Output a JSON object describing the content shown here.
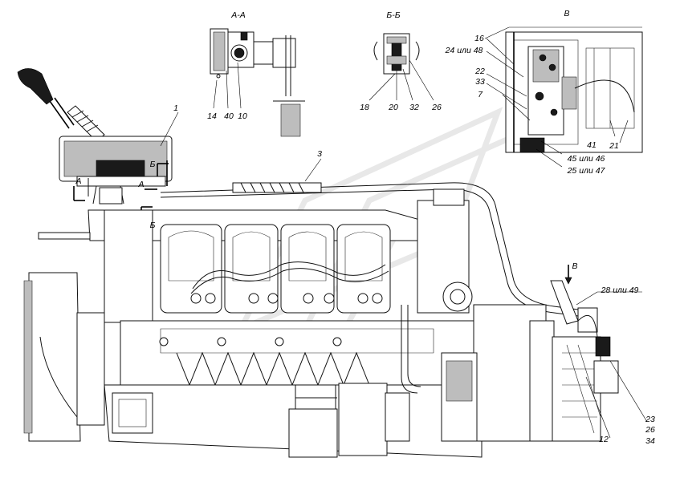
{
  "views": {
    "section_aa": "А-А",
    "section_bb": "Б-Б",
    "view_v": "В"
  },
  "markers": {
    "arrow_b_top": "Б",
    "arrow_a_upper": "А",
    "arrow_a_left": "А",
    "arrow_b_bottom": "Б",
    "arrow_v": "В"
  },
  "callouts": {
    "c1": "1",
    "c3": "3",
    "c14": "14",
    "c40": "40",
    "c10": "10",
    "c18": "18",
    "c20": "20",
    "c32": "32",
    "c26": "26",
    "c16": "16",
    "c24_48": "24 или 48",
    "c22": "22",
    "c33": "33",
    "c7": "7",
    "c41": "41",
    "c21": "21",
    "c45_46": "45 или 46",
    "c25_47": "25 или 47",
    "c28_49": "28 или 49",
    "c23": "23",
    "c26b": "26",
    "c34": "34",
    "c12": "12"
  },
  "icons": [
    "section-arrow-icon",
    "view-arrow-icon",
    "leader-line-icon"
  ]
}
